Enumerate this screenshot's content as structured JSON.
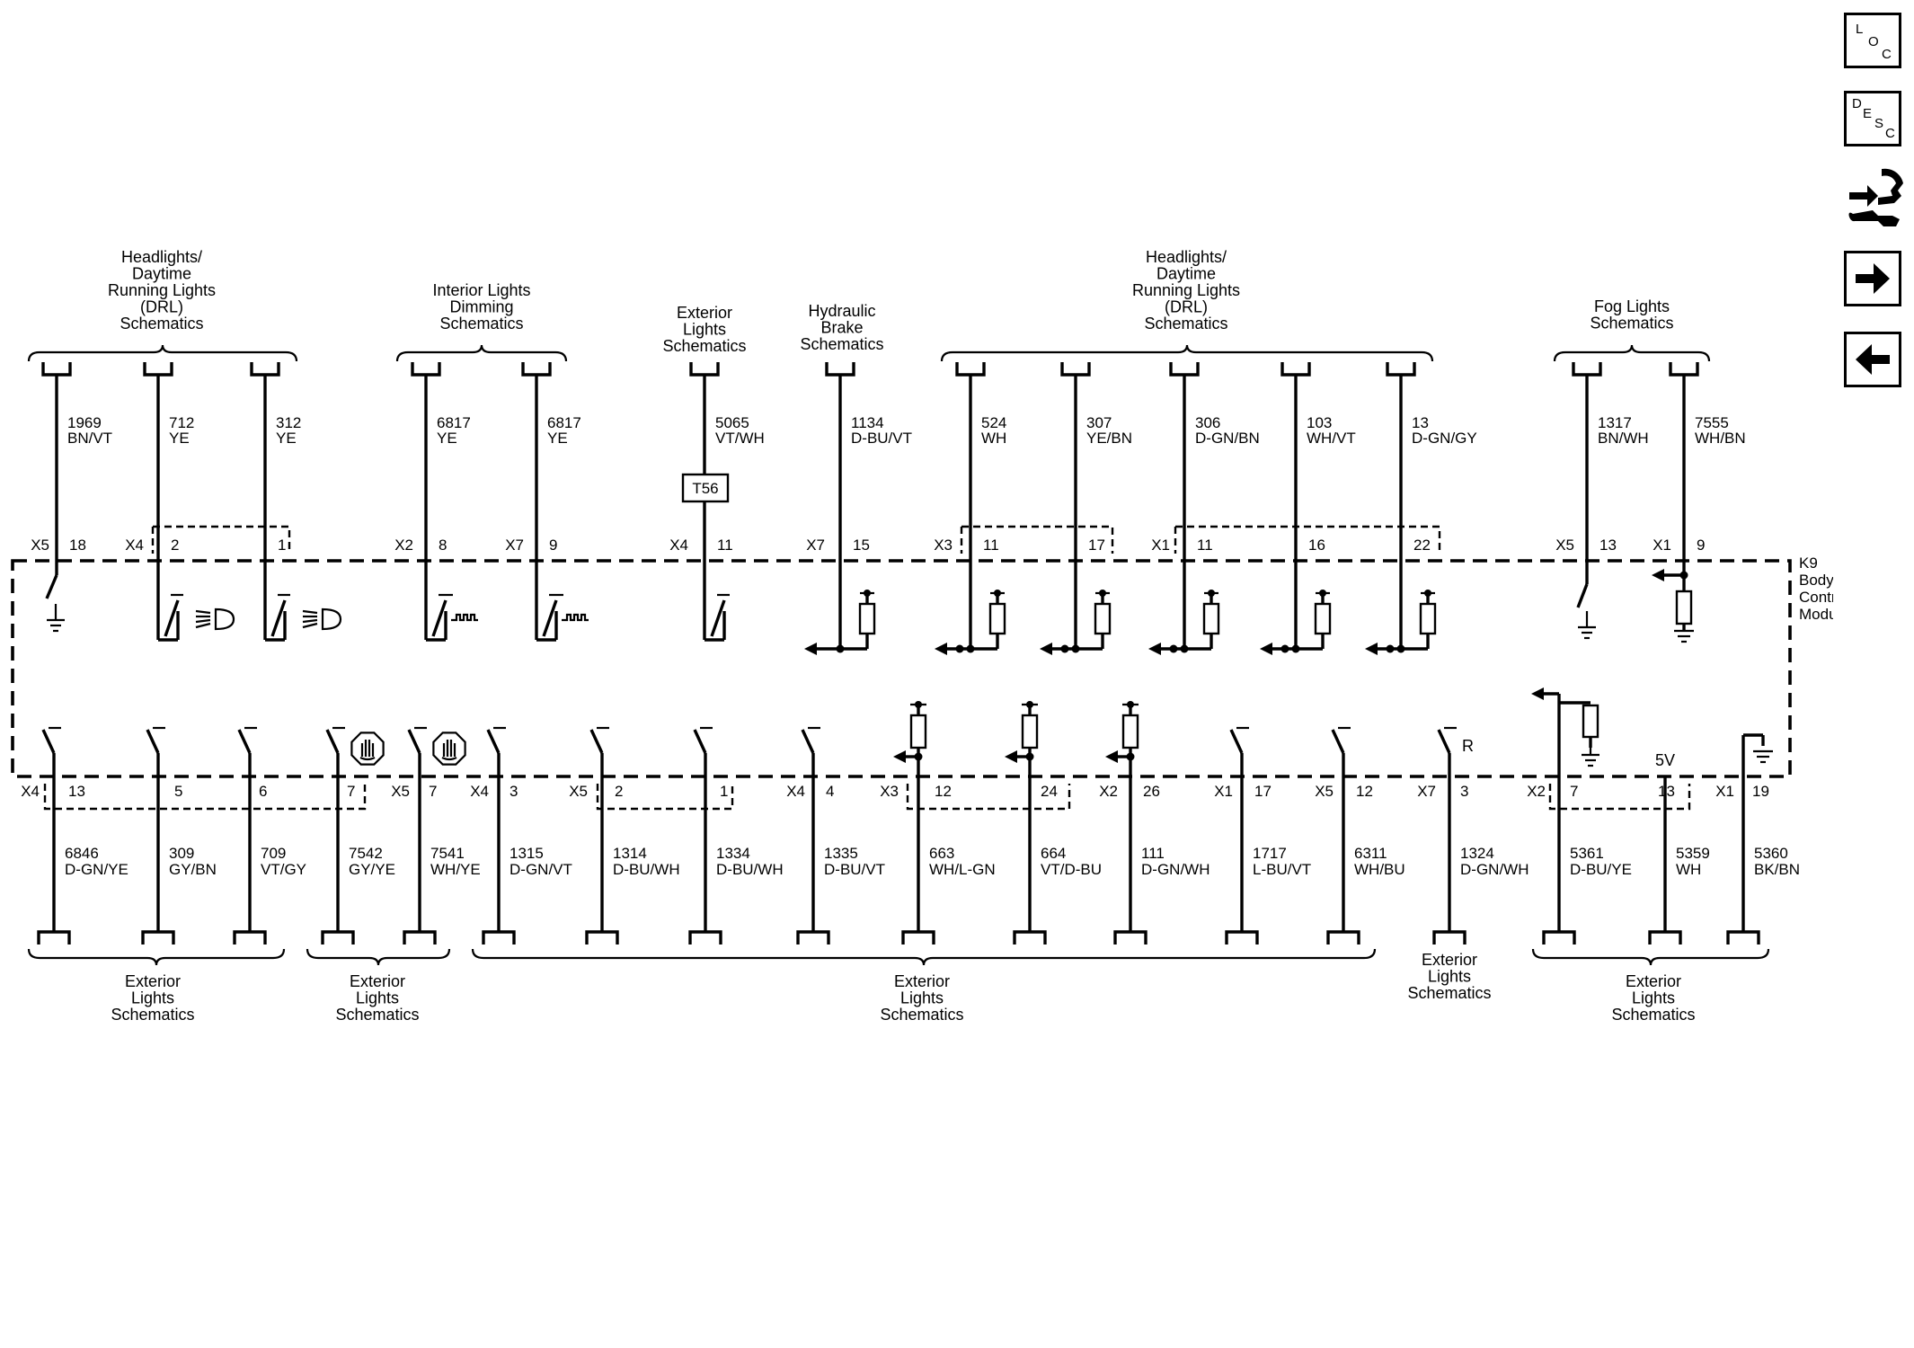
{
  "toolbar": {
    "loc": {
      "l1": "L",
      "l2": "O",
      "l3": "C"
    },
    "desc": {
      "l1": "D",
      "l2": "E",
      "l3": "S",
      "l4": "C"
    },
    "icons": [
      "connector-tool-icon",
      "arrow-right-icon",
      "arrow-left-icon"
    ]
  },
  "module": {
    "line1": "K9",
    "line2": "Body",
    "line3": "Control",
    "line4": "Module"
  },
  "top_groups": [
    [
      "Headlights/",
      "Daytime",
      "Running Lights",
      "(DRL)",
      "Schematics"
    ],
    [
      "Interior Lights",
      "Dimming",
      "Schematics"
    ],
    [
      "Exterior",
      "Lights",
      "Schematics"
    ],
    [
      "Hydraulic",
      "Brake",
      "Schematics"
    ],
    [
      "Headlights/",
      "Daytime",
      "Running Lights",
      "(DRL)",
      "Schematics"
    ],
    [
      "Fog Lights",
      "Schematics"
    ]
  ],
  "top_wires": [
    {
      "circuit": "1969",
      "color": "BN/VT",
      "conn": "X5",
      "pin": "18"
    },
    {
      "circuit": "712",
      "color": "YE",
      "conn": "X4",
      "pin": "2"
    },
    {
      "circuit": "312",
      "color": "YE",
      "conn": "",
      "pin": "1"
    },
    {
      "circuit": "6817",
      "color": "YE",
      "conn": "X2",
      "pin": "8"
    },
    {
      "circuit": "6817",
      "color": "YE",
      "conn": "X7",
      "pin": "9"
    },
    {
      "circuit": "5065",
      "color": "VT/WH",
      "conn": "X4",
      "pin": "11"
    },
    {
      "circuit": "1134",
      "color": "D-BU/VT",
      "conn": "X7",
      "pin": "15"
    },
    {
      "circuit": "524",
      "color": "WH",
      "conn": "X3",
      "pin": "11"
    },
    {
      "circuit": "307",
      "color": "YE/BN",
      "conn": "",
      "pin": "17"
    },
    {
      "circuit": "306",
      "color": "D-GN/BN",
      "conn": "X1",
      "pin": "11"
    },
    {
      "circuit": "103",
      "color": "WH/VT",
      "conn": "",
      "pin": "16"
    },
    {
      "circuit": "13",
      "color": "D-GN/GY",
      "conn": "",
      "pin": "22"
    },
    {
      "circuit": "1317",
      "color": "BN/WH",
      "conn": "X5",
      "pin": "13"
    },
    {
      "circuit": "7555",
      "color": "WH/BN",
      "conn": "X1",
      "pin": "9"
    }
  ],
  "t56": "T56",
  "bottom_wires": [
    {
      "circuit": "6846",
      "color": "D-GN/YE",
      "conn": "X4",
      "pin": "13"
    },
    {
      "circuit": "309",
      "color": "GY/BN",
      "conn": "",
      "pin": "5"
    },
    {
      "circuit": "709",
      "color": "VT/GY",
      "conn": "",
      "pin": "6"
    },
    {
      "circuit": "7542",
      "color": "GY/YE",
      "conn": "",
      "pin": "7"
    },
    {
      "circuit": "7541",
      "color": "WH/YE",
      "conn": "X5",
      "pin": "7"
    },
    {
      "circuit": "1315",
      "color": "D-GN/VT",
      "conn": "X4",
      "pin": "3"
    },
    {
      "circuit": "1314",
      "color": "D-BU/WH",
      "conn": "X5",
      "pin": "2"
    },
    {
      "circuit": "1334",
      "color": "D-BU/WH",
      "conn": "",
      "pin": "1"
    },
    {
      "circuit": "1335",
      "color": "D-BU/VT",
      "conn": "X4",
      "pin": "4"
    },
    {
      "circuit": "663",
      "color": "WH/L-GN",
      "conn": "X3",
      "pin": "12"
    },
    {
      "circuit": "664",
      "color": "VT/D-BU",
      "conn": "",
      "pin": "24"
    },
    {
      "circuit": "111",
      "color": "D-GN/WH",
      "conn": "X2",
      "pin": "26"
    },
    {
      "circuit": "1717",
      "color": "L-BU/VT",
      "conn": "X1",
      "pin": "17"
    },
    {
      "circuit": "6311",
      "color": "WH/BU",
      "conn": "X5",
      "pin": "12"
    },
    {
      "circuit": "1324",
      "color": "D-GN/WH",
      "conn": "X7",
      "pin": "3"
    },
    {
      "circuit": "5361",
      "color": "D-BU/YE",
      "conn": "X2",
      "pin": "7"
    },
    {
      "circuit": "5359",
      "color": "WH",
      "conn": "",
      "pin": "13"
    },
    {
      "circuit": "5360",
      "color": "BK/BN",
      "conn": "X1",
      "pin": "19"
    }
  ],
  "r_label": "R",
  "v_label": "5V",
  "bottom_groups": [
    [
      "Exterior",
      "Lights",
      "Schematics"
    ],
    [
      "Exterior",
      "Lights",
      "Schematics"
    ],
    [
      "Exterior",
      "Lights",
      "Schematics"
    ],
    [
      "Exterior",
      "Lights",
      "Schematics"
    ],
    [
      "Exterior",
      "Lights",
      "Schematics"
    ]
  ]
}
